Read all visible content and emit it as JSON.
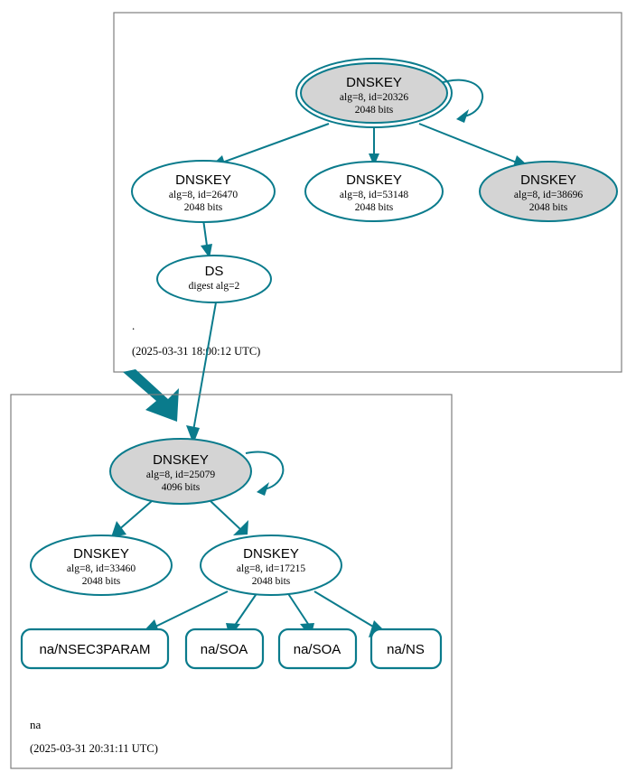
{
  "diagram": {
    "type": "dnssec-authentication-chain",
    "accent_color": "#0a7b8c",
    "secure_key_fill": "#d4d4d4",
    "plain_fill": "#ffffff",
    "zone_border_color": "#7f7f7f",
    "zones": [
      {
        "id": "root",
        "name": ".",
        "timestamp": "(2025-03-31 18:00:12 UTC)",
        "nodes": [
          {
            "id": "root-ksk-20326",
            "kind": "DNSKEY",
            "title": "DNSKEY",
            "line2": "alg=8, id=20326",
            "line3": "2048 bits",
            "style": "double-ellipse-gray",
            "self_signed": true
          },
          {
            "id": "root-zsk-26470",
            "kind": "DNSKEY",
            "title": "DNSKEY",
            "line2": "alg=8, id=26470",
            "line3": "2048 bits",
            "style": "ellipse-white",
            "self_signed": false
          },
          {
            "id": "root-zsk-53148",
            "kind": "DNSKEY",
            "title": "DNSKEY",
            "line2": "alg=8, id=53148",
            "line3": "2048 bits",
            "style": "ellipse-white",
            "self_signed": false
          },
          {
            "id": "root-zsk-38696",
            "kind": "DNSKEY",
            "title": "DNSKEY",
            "line2": "alg=8, id=38696",
            "line3": "2048 bits",
            "style": "ellipse-gray",
            "self_signed": false
          },
          {
            "id": "root-ds",
            "kind": "DS",
            "title": "DS",
            "line2": "digest alg=2",
            "line3": "",
            "style": "ellipse-white",
            "self_signed": false
          }
        ]
      },
      {
        "id": "na",
        "name": "na",
        "timestamp": "(2025-03-31 20:31:11 UTC)",
        "nodes": [
          {
            "id": "na-ksk-25079",
            "kind": "DNSKEY",
            "title": "DNSKEY",
            "line2": "alg=8, id=25079",
            "line3": "4096 bits",
            "style": "ellipse-gray",
            "self_signed": true
          },
          {
            "id": "na-zsk-33460",
            "kind": "DNSKEY",
            "title": "DNSKEY",
            "line2": "alg=8, id=33460",
            "line3": "2048 bits",
            "style": "ellipse-white",
            "self_signed": false
          },
          {
            "id": "na-zsk-17215",
            "kind": "DNSKEY",
            "title": "DNSKEY",
            "line2": "alg=8, id=17215",
            "line3": "2048 bits",
            "style": "ellipse-white",
            "self_signed": false
          }
        ],
        "rrsets": [
          {
            "id": "na-nsec3param",
            "label": "na/NSEC3PARAM"
          },
          {
            "id": "na-soa-1",
            "label": "na/SOA"
          },
          {
            "id": "na-soa-2",
            "label": "na/SOA"
          },
          {
            "id": "na-ns",
            "label": "na/NS"
          }
        ]
      }
    ],
    "edges": [
      {
        "from": "root-ksk-20326",
        "to": "root-ksk-20326",
        "type": "self-sign"
      },
      {
        "from": "root-ksk-20326",
        "to": "root-zsk-26470",
        "type": "sign"
      },
      {
        "from": "root-ksk-20326",
        "to": "root-zsk-53148",
        "type": "sign"
      },
      {
        "from": "root-ksk-20326",
        "to": "root-zsk-38696",
        "type": "sign"
      },
      {
        "from": "root-zsk-26470",
        "to": "root-ds",
        "type": "sign"
      },
      {
        "from": "root-ds",
        "to": "na-ksk-25079",
        "type": "ds-to-key"
      },
      {
        "from": "root",
        "to": "na",
        "type": "delegation"
      },
      {
        "from": "na-ksk-25079",
        "to": "na-ksk-25079",
        "type": "self-sign"
      },
      {
        "from": "na-ksk-25079",
        "to": "na-zsk-33460",
        "type": "sign"
      },
      {
        "from": "na-ksk-25079",
        "to": "na-zsk-17215",
        "type": "sign"
      },
      {
        "from": "na-zsk-17215",
        "to": "na-nsec3param",
        "type": "sign"
      },
      {
        "from": "na-zsk-17215",
        "to": "na-soa-1",
        "type": "sign"
      },
      {
        "from": "na-zsk-17215",
        "to": "na-soa-2",
        "type": "sign"
      },
      {
        "from": "na-zsk-17215",
        "to": "na-ns",
        "type": "sign"
      }
    ]
  }
}
